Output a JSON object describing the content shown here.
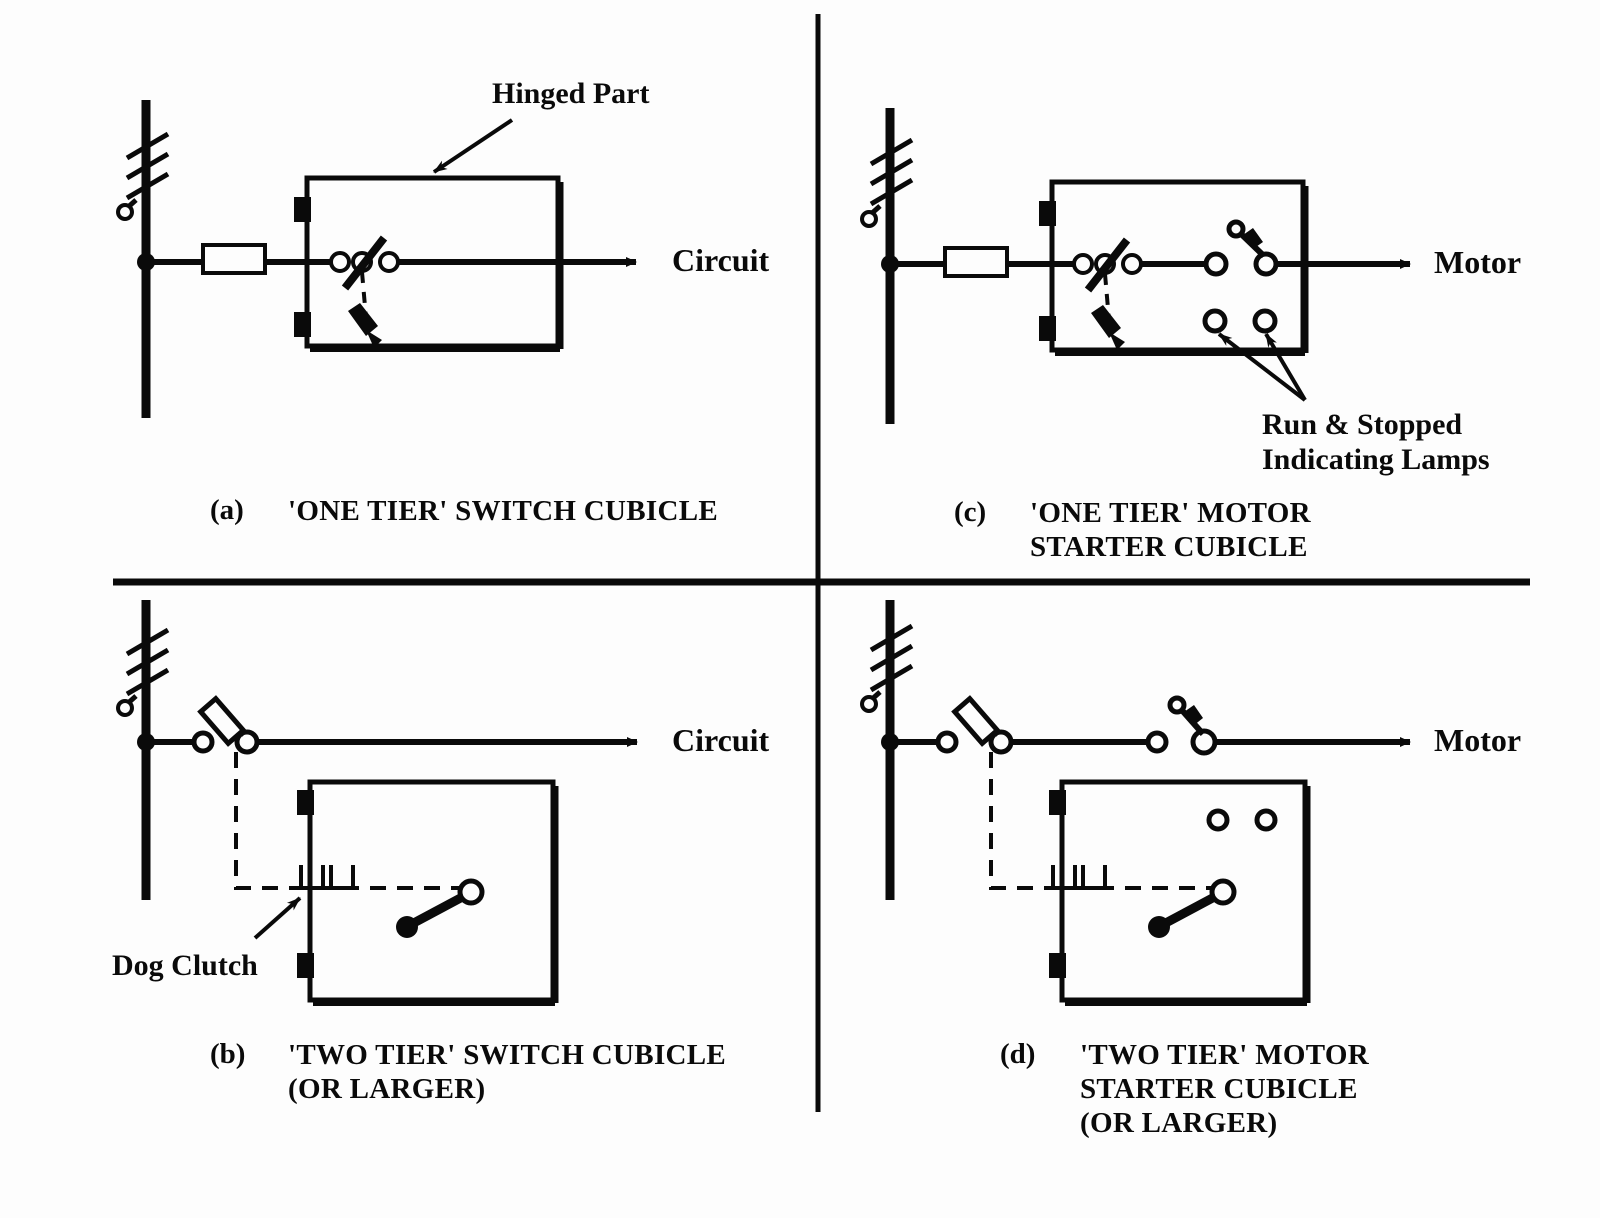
{
  "figure": {
    "title": "Switchgear cubicle arrangement diagram",
    "ink_color": "#0a0a0a",
    "background_color": "#fdfdfd"
  },
  "dividers": {
    "vertical_name": "vertical-divider",
    "horizontal_name": "horizontal-divider"
  },
  "panels": [
    {
      "id": "a",
      "index_label": "(a)",
      "caption_lines": [
        "'ONE TIER' SWITCH CUBICLE"
      ],
      "output_label": "Circuit",
      "annotations": [
        {
          "name": "hinged-part",
          "text": "Hinged Part"
        }
      ],
      "components": [
        "busbar",
        "earth-symbol",
        "fuse",
        "cubicle-box",
        "hinge-block-top",
        "hinge-block-bottom",
        "isolator-switch",
        "operating-handle"
      ]
    },
    {
      "id": "b",
      "index_label": "(b)",
      "caption_lines": [
        "'TWO TIER' SWITCH CUBICLE",
        "(OR LARGER)"
      ],
      "output_label": "Circuit",
      "annotations": [
        {
          "name": "dog-clutch",
          "text": "Dog Clutch"
        }
      ],
      "components": [
        "busbar",
        "earth-symbol",
        "fuse-switch",
        "cubicle-box",
        "hinge-block-top",
        "hinge-block-bottom",
        "dog-clutch-symbol",
        "operating-lever",
        "mechanical-linkage"
      ]
    },
    {
      "id": "c",
      "index_label": "(c)",
      "caption_lines": [
        "'ONE TIER' MOTOR",
        "STARTER CUBICLE"
      ],
      "output_label": "Motor",
      "annotations": [
        {
          "name": "indicating-lamps",
          "text": "Run & Stopped\nIndicating Lamps"
        }
      ],
      "components": [
        "busbar",
        "earth-symbol",
        "fuse",
        "cubicle-box",
        "hinge-block-top",
        "hinge-block-bottom",
        "isolator-switch",
        "operating-handle",
        "contactor",
        "lamp-run",
        "lamp-stopped"
      ]
    },
    {
      "id": "d",
      "index_label": "(d)",
      "caption_lines": [
        "'TWO TIER' MOTOR",
        "STARTER CUBICLE",
        "(OR LARGER)"
      ],
      "output_label": "Motor",
      "annotations": [],
      "components": [
        "busbar",
        "earth-symbol",
        "fuse-switch",
        "contactor",
        "cubicle-box",
        "hinge-block-top",
        "hinge-block-bottom",
        "dog-clutch-symbol",
        "operating-lever",
        "mechanical-linkage",
        "lamp-run",
        "lamp-stopped"
      ]
    }
  ],
  "labels": {
    "hinged_part": "Hinged Part",
    "circuit": "Circuit",
    "motor": "Motor",
    "run_stopped_line1": "Run & Stopped",
    "run_stopped_line2": "Indicating Lamps",
    "dog_clutch": "Dog Clutch",
    "a_index": "(a)",
    "b_index": "(b)",
    "c_index": "(c)",
    "d_index": "(d)",
    "a_cap1": "'ONE TIER' SWITCH CUBICLE",
    "b_cap1": "'TWO TIER' SWITCH CUBICLE",
    "b_cap2": "(OR LARGER)",
    "c_cap1": "'ONE TIER' MOTOR",
    "c_cap2": "STARTER CUBICLE",
    "d_cap1": "'TWO TIER' MOTOR",
    "d_cap2": "STARTER CUBICLE",
    "d_cap3": "(OR LARGER)"
  }
}
